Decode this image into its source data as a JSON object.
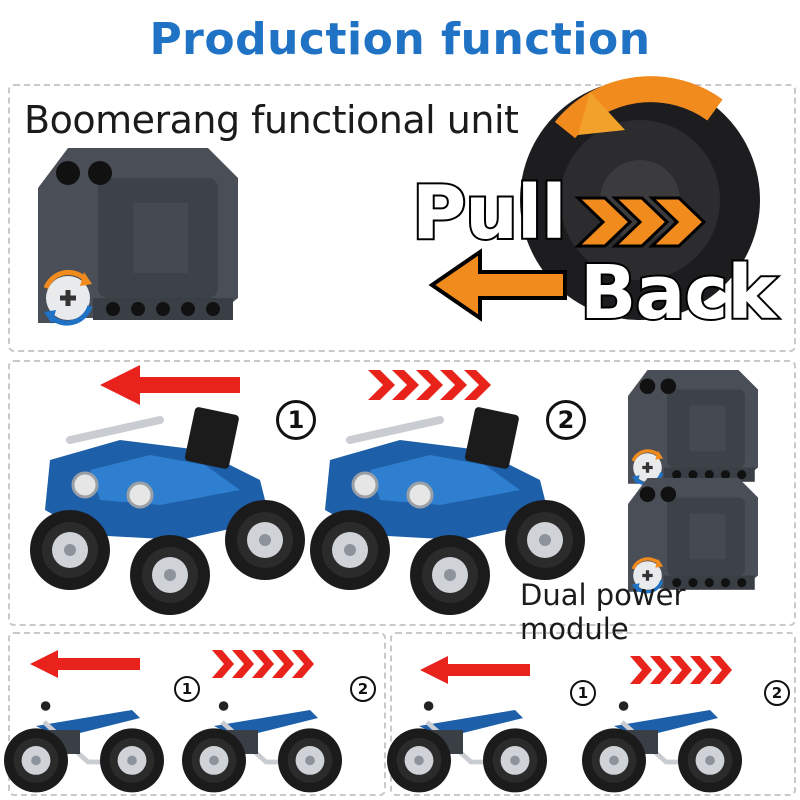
{
  "title": "Production function",
  "unit_label": "Boomerang functional unit",
  "pull_label": "Pull",
  "back_label": "Back",
  "dual_label": "Dual power module",
  "steps": [
    "1",
    "2"
  ],
  "colors": {
    "title": "#1f72c4",
    "arrow_red": "#e8231c",
    "arrow_orange": "#f28b1e",
    "module": "#4a4f57",
    "vehicle_blue": "#1d5fa8"
  },
  "icons": [
    "rotation-arrows-icon",
    "pull-back-tire-icon",
    "left-arrow-icon",
    "chevron-arrows-icon"
  ]
}
